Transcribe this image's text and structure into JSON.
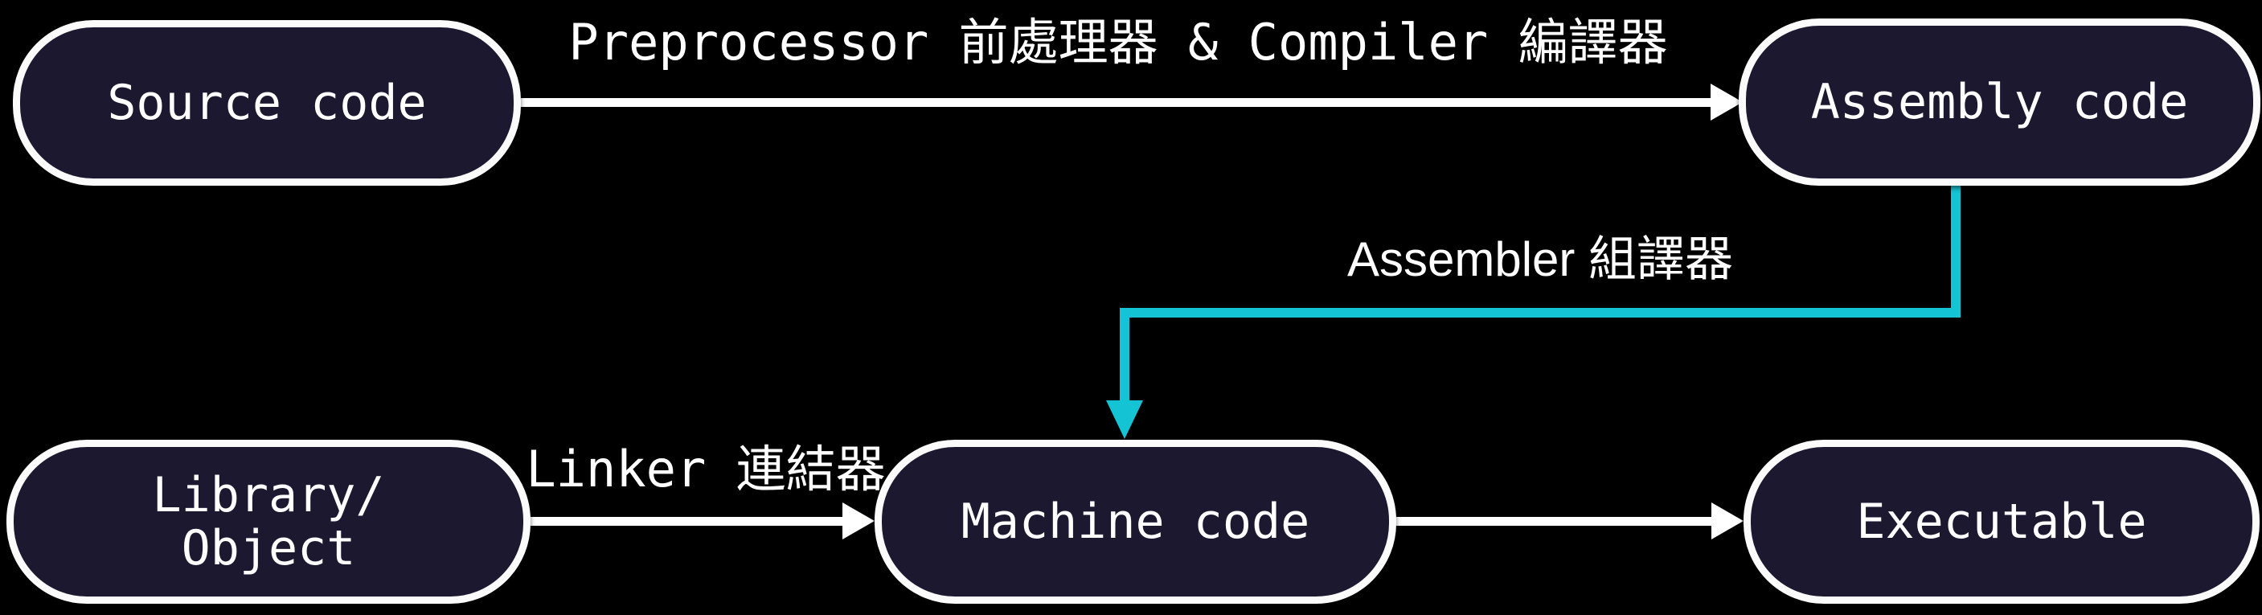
{
  "diagram": {
    "title": "C compilation pipeline flowchart",
    "colors": {
      "background": "#000000",
      "node_fill": "#1b1830",
      "node_border": "#fbfbfb",
      "arrow": "#ffffff",
      "accent_cyan": "#14c3d4",
      "text": "#ffffff"
    },
    "nodes": {
      "source": {
        "label": "Source code"
      },
      "assembly": {
        "label": "Assembly code"
      },
      "library": {
        "line1": "Library/",
        "line2": "Object"
      },
      "machine": {
        "label": "Machine code"
      },
      "executable": {
        "label": "Executable"
      }
    },
    "edges": {
      "preprocessor_compiler": {
        "from": "Source code",
        "to": "Assembly code",
        "label": "Preprocessor 前處理器 & Compiler 編譯器",
        "color": "#ffffff",
        "shape": "straight-right"
      },
      "assembler": {
        "from": "Assembly code",
        "to": "Machine code",
        "label": "Assembler 組譯器",
        "color": "#14c3d4",
        "shape": "elbow-down-left-down"
      },
      "linker": {
        "from": "Library/Object",
        "to": "Machine code",
        "label": "Linker 連結器",
        "color": "#ffffff",
        "shape": "straight-right"
      },
      "machine_to_executable": {
        "from": "Machine code",
        "to": "Executable",
        "label": "",
        "color": "#ffffff",
        "shape": "straight-right"
      }
    }
  }
}
